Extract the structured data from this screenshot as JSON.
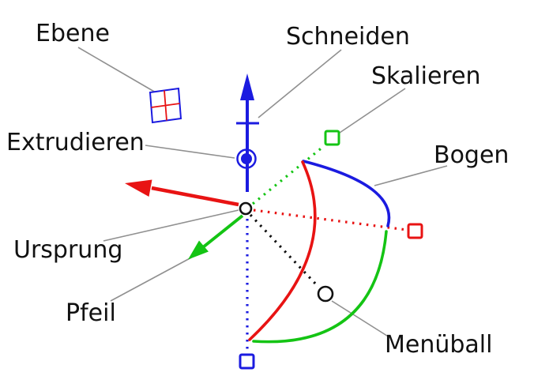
{
  "diagram": {
    "title_hint": "3D manipulator gizmo callout diagram",
    "labels": {
      "ebene": "Ebene",
      "schneiden": "Schneiden",
      "skalieren": "Skalieren",
      "bogen": "Bogen",
      "extrudieren": "Extrudieren",
      "ursprung": "Ursprung",
      "pfeil": "Pfeil",
      "menueball": "Menüball"
    },
    "colors": {
      "red": "#e81313",
      "green": "#14c414",
      "blue": "#1b1be0",
      "ink": "#111111",
      "leader": "#909090"
    }
  }
}
